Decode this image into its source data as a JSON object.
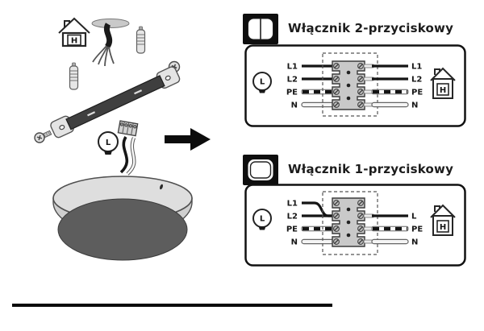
{
  "page": {
    "background": "#ffffff",
    "kind": "lamp-installation-instruction"
  },
  "assembly": {
    "house_label": "H",
    "lamp_label": "L"
  },
  "panels": {
    "switch2": {
      "title": "Włącznik 2-przyciskowy",
      "lamp_label": "L",
      "house_label": "H",
      "left_labels": [
        "L1",
        "L2",
        "PE",
        "N"
      ],
      "right_labels": [
        "L1",
        "L2",
        "PE",
        "N"
      ],
      "l1_l2_bridged": false
    },
    "switch1": {
      "title": "Włącznik 1-przyciskowy",
      "lamp_label": "L",
      "house_label": "H",
      "left_labels": [
        "L1",
        "L2",
        "PE",
        "N"
      ],
      "right_labels": [
        "",
        "L",
        "PE",
        "N"
      ],
      "l1_l2_bridged": true
    }
  },
  "colors": {
    "ink": "#111111",
    "wire_black": "#141414",
    "neutral_wire": "#f5f5f5",
    "terminal_block": "#c9c9c9",
    "canopy_dark": "#5d5d5d",
    "metal_light": "#e2e2e2"
  },
  "icons": {
    "house": "house-icon",
    "bulb": "bulb-icon",
    "switch_two_button": "switch-2-button-icon",
    "switch_one_button": "switch-1-button-icon",
    "arrow": "next-step-arrow-icon",
    "terminal_block": "terminal-block",
    "wall_plug": "wall-plug-icon",
    "screw": "screw-icon",
    "bracket": "mounting-bracket",
    "canopy": "lamp-canopy",
    "ceiling_cable": "ceiling-cable-icon",
    "connector": "wire-connector-icon"
  }
}
